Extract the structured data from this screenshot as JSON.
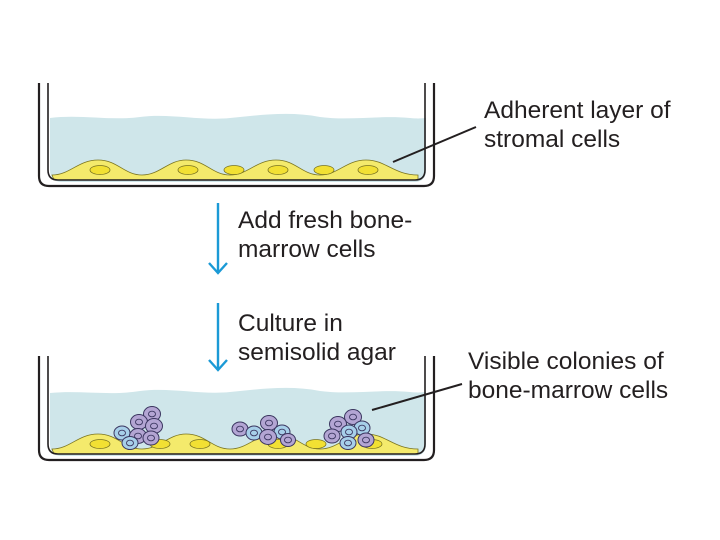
{
  "labels": {
    "stromal": [
      "Adherent layer of",
      "stromal cells"
    ],
    "add_marrow": [
      "Add fresh bone-",
      "marrow cells"
    ],
    "culture": [
      "Culture in",
      "semisolid agar"
    ],
    "colonies": [
      "Visible colonies of",
      "bone-marrow cells"
    ]
  },
  "colors": {
    "dish_outline": "#231f20",
    "medium": "#cfe6ea",
    "stromal_cell": "#f4ea6c",
    "nucleus": "#f2e033",
    "arrow": "#1b9ad6",
    "colony_purple": "#b3a5d3",
    "colony_blue": "#a7cfe9"
  }
}
